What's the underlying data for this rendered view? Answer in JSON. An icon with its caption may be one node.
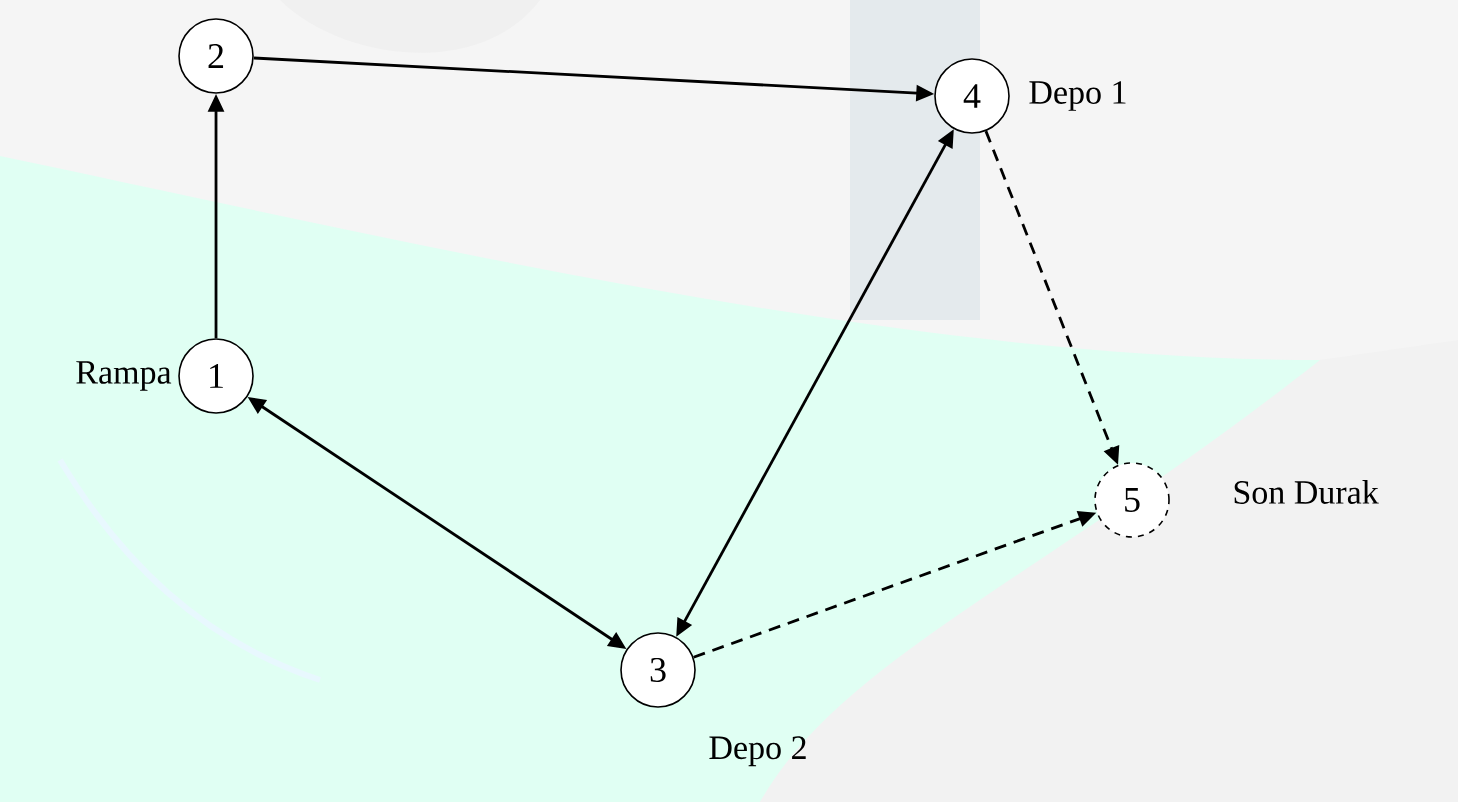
{
  "diagram": {
    "nodes": [
      {
        "text": [
          "1"
        ],
        "beside": [
          "Rampa"
        ]
      },
      {
        "text": [
          "2"
        ]
      },
      {
        "text": [
          "3"
        ],
        "beside": [
          "Depo 2"
        ]
      },
      {
        "text": [
          "4"
        ],
        "beside": [
          "Depo 1"
        ]
      },
      {
        "text": [
          "5"
        ],
        "beside": [
          "Son Durak"
        ]
      }
    ],
    "edges": [
      {
        "from": 0,
        "to": 1,
        "arrow": "to"
      },
      {
        "from": 1,
        "to": 3,
        "arrow": "to"
      },
      {
        "from": 0,
        "to": 2,
        "arrow": "both"
      },
      {
        "from": 3,
        "to": 2,
        "arrow": "both"
      },
      {
        "from": 3,
        "to": 4,
        "arrow": "to",
        "style": "dashed"
      },
      {
        "from": 2,
        "to": 4,
        "arrow": "to",
        "style": "dashed"
      }
    ]
  }
}
